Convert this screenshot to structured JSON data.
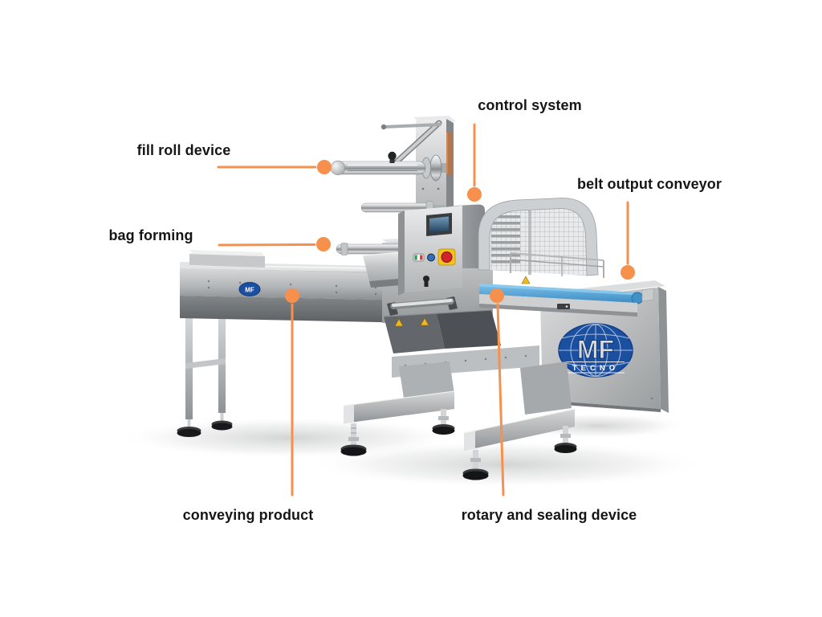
{
  "figure": {
    "type": "labeled-machine-diagram",
    "subject": "horizontal flow wrapper packaging machine"
  },
  "colors": {
    "accent_orange": "#F6904C",
    "label_text": "#161616",
    "belt_blue": "#4A9FD6",
    "logo_blue": "#1B4FA0",
    "background": "#FFFFFF"
  },
  "machine": {
    "main_logo": {
      "brand": "MF",
      "sub_brand": "TECNO"
    },
    "side_logo": {
      "brand": "MF"
    }
  },
  "annotations": {
    "labels": [
      {
        "id": "fill-roll-device",
        "text": "fill roll device"
      },
      {
        "id": "bag-forming",
        "text": "bag forming"
      },
      {
        "id": "control-system",
        "text": "control system"
      },
      {
        "id": "belt-output-conveyor",
        "text": "belt output conveyor"
      },
      {
        "id": "conveying-product",
        "text": "conveying product"
      },
      {
        "id": "rotary-and-sealing-device",
        "text": "rotary and sealing device"
      }
    ]
  }
}
